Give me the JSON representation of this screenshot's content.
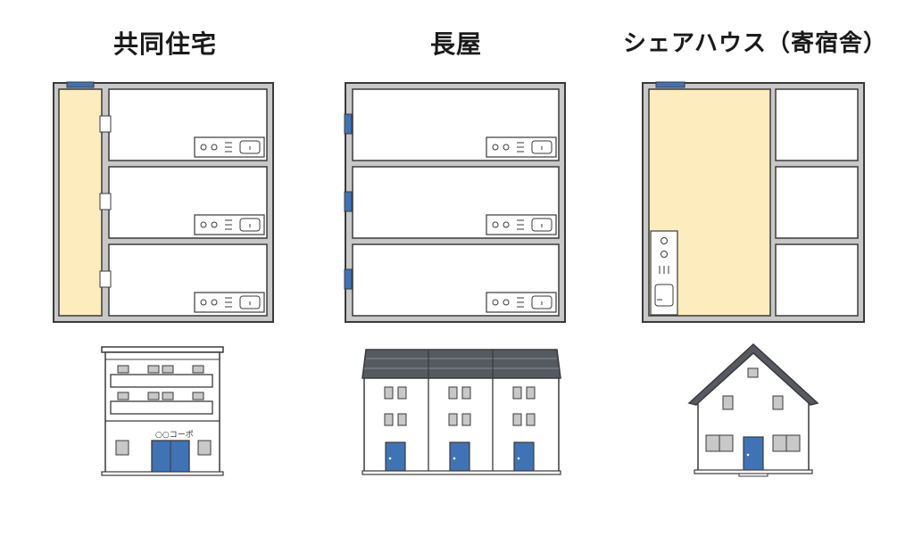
{
  "types": [
    {
      "title": "共同住宅"
    },
    {
      "title": "長屋"
    },
    {
      "title": "シェアハウス（寄宿舎）"
    }
  ],
  "building_sign": "○○コーポ",
  "colors": {
    "wall": "#c8c8c8",
    "outline": "#3a3a3a",
    "shared_space": "#fdecbe",
    "door_window_blue": "#3f73b6",
    "roof": "#555a60",
    "background": "#ffffff"
  }
}
